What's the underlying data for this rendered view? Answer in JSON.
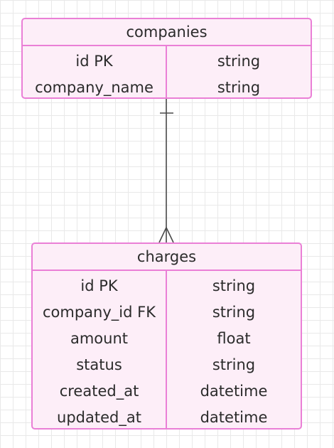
{
  "entities": {
    "companies": {
      "name": "companies",
      "attributes": [
        {
          "name": "id PK",
          "type": "string"
        },
        {
          "name": "company_name",
          "type": "string"
        }
      ]
    },
    "charges": {
      "name": "charges",
      "attributes": [
        {
          "name": "id PK",
          "type": "string"
        },
        {
          "name": "company_id FK",
          "type": "string"
        },
        {
          "name": "amount",
          "type": "float"
        },
        {
          "name": "status",
          "type": "string"
        },
        {
          "name": "created_at",
          "type": "datetime"
        },
        {
          "name": "updated_at",
          "type": "datetime"
        }
      ]
    }
  },
  "relationships": [
    {
      "from": "companies",
      "to": "charges",
      "from_cardinality": "exactly-one",
      "to_cardinality": "many"
    }
  ],
  "colors": {
    "entity_fill": "#fdeef8",
    "entity_border": "#ea7fd6",
    "edge": "#4a4a4a",
    "grid": "#e9e9e9"
  }
}
